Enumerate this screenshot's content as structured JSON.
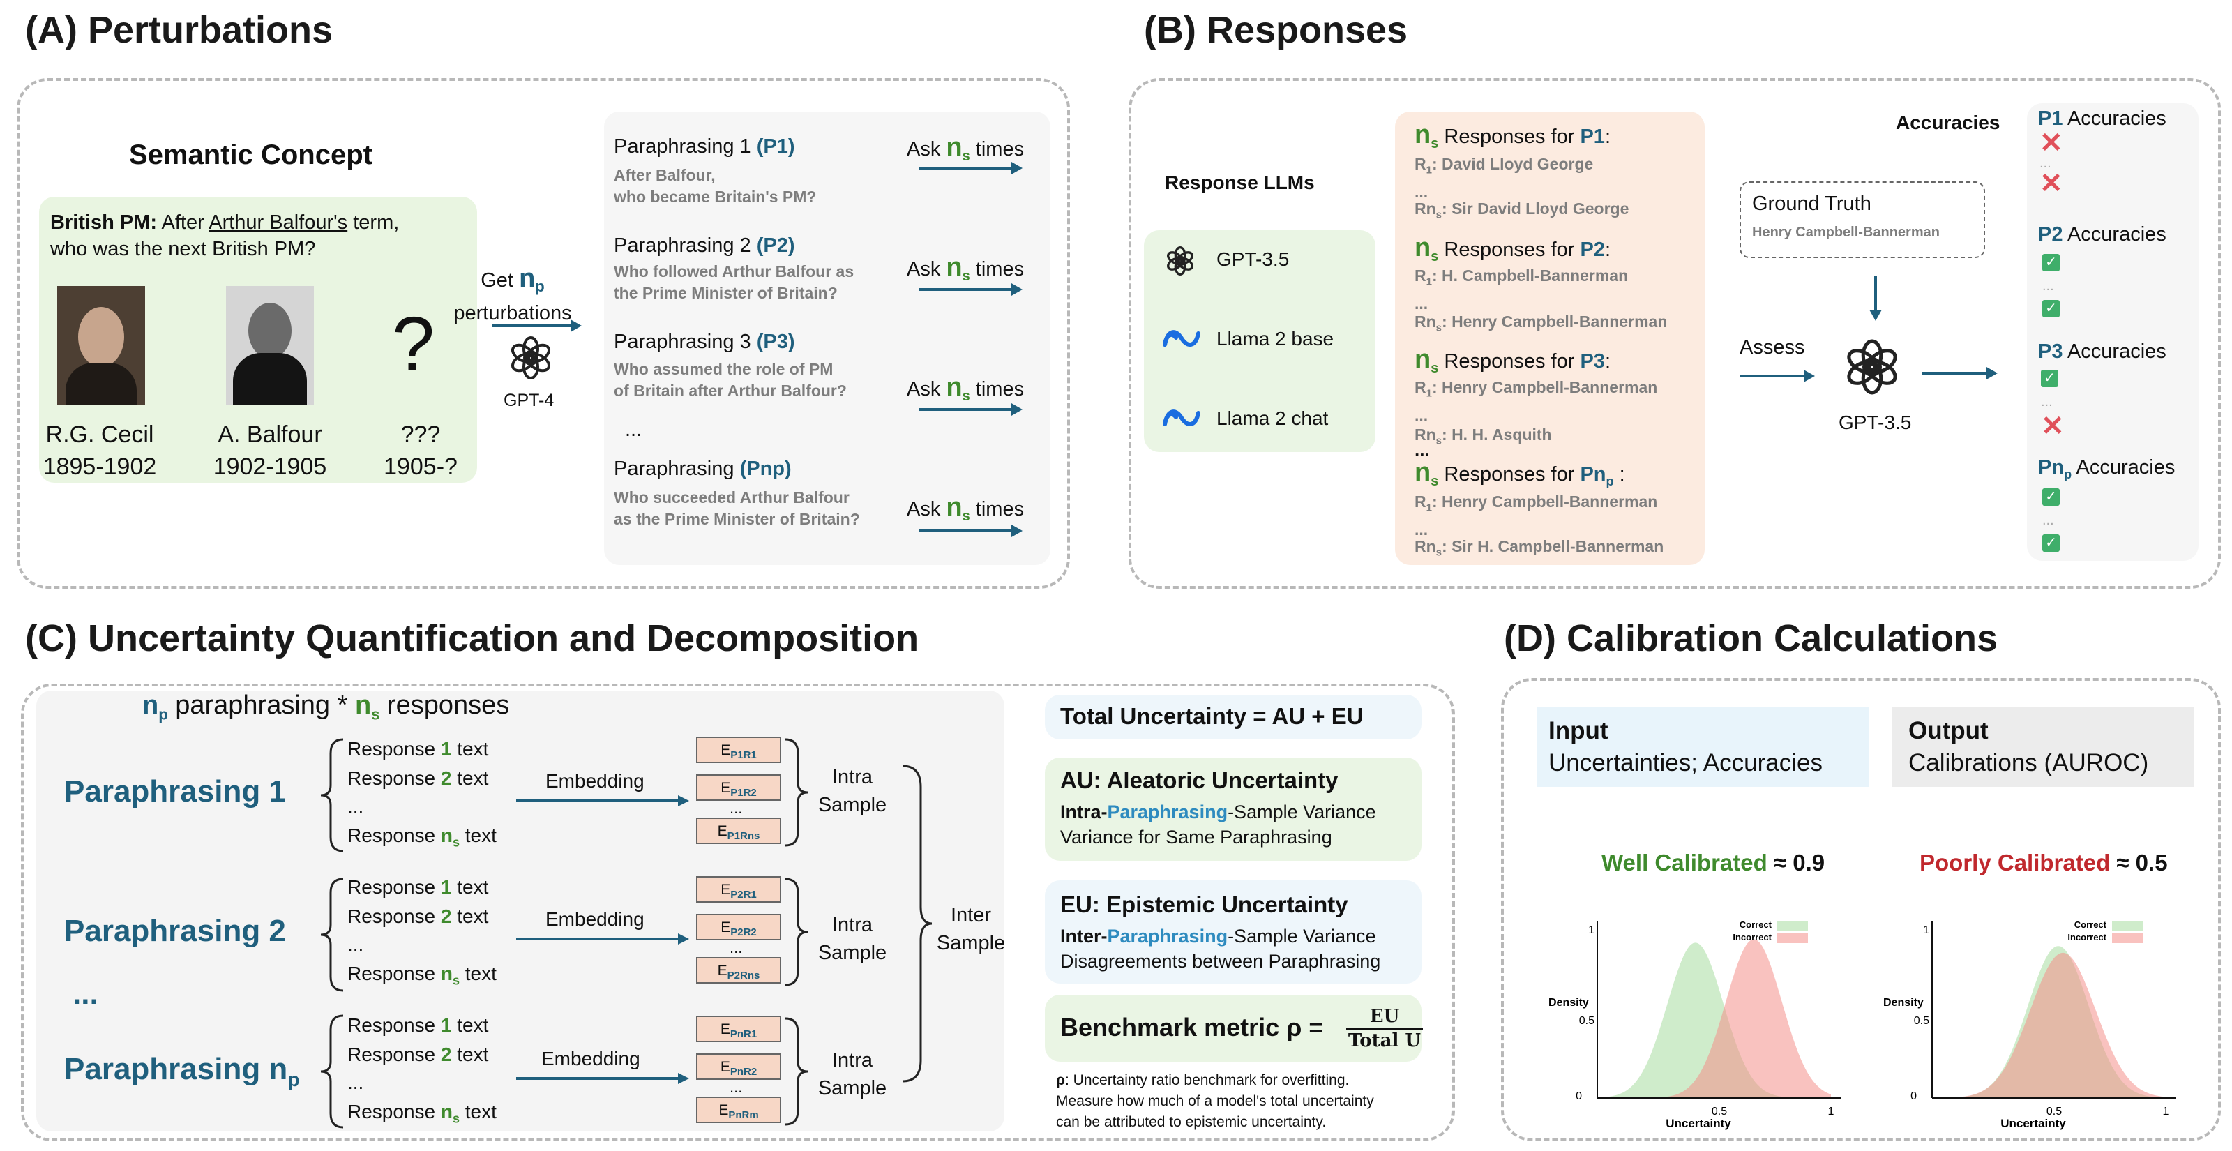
{
  "panel_a": {
    "title": "(A) Perturbations",
    "concept_title": "Semantic Concept",
    "question_bold": "British PM:",
    "question_pre": " After ",
    "question_underlined": "Arthur Balfour's",
    "question_post": " term,",
    "question_line2": "who was the next British PM?",
    "question_mark": "?",
    "persons": [
      {
        "name": "R.G. Cecil",
        "years": "1895-1902"
      },
      {
        "name": "A. Balfour",
        "years": "1902-1905"
      },
      {
        "name": "???",
        "years": "1905-?"
      }
    ],
    "get_label_pre": "Get ",
    "get_n": "n",
    "get_sub": "p",
    "get_label_post": "perturbations",
    "gpt4_label": "GPT-4",
    "paraphrases": [
      {
        "label": "Paraphrasing 1 ",
        "tag": "(P1)",
        "text1": "After Balfour,",
        "text2": "who became Britain's PM?"
      },
      {
        "label": "Paraphrasing 2 ",
        "tag": "(P2)",
        "text1": "Who followed Arthur Balfour as",
        "text2": "the Prime Minister of Britain?"
      },
      {
        "label": "Paraphrasing 3 ",
        "tag": "(P3)",
        "text1": "Who assumed the role of PM",
        "text2": "of Britain after Arthur Balfour?"
      },
      {
        "label": "Paraphrasing ",
        "tag": "(Pnp)",
        "text1": "Who succeeded Arthur Balfour",
        "text2": "as the Prime Minister of Britain?"
      }
    ],
    "ellipsis": "...",
    "ask_pre": "Ask ",
    "ask_n": "n",
    "ask_sub": "s",
    "ask_post": " times"
  },
  "panel_b": {
    "title": "(B) Responses",
    "llm_title": "Response LLMs",
    "llms": [
      "GPT-3.5",
      "Llama 2 base",
      "Llama 2 chat"
    ],
    "groups": [
      {
        "header": "Responses for ",
        "tag": "P1",
        "r1": ": David Lloyd George",
        "rn": ": Sir David Lloyd George"
      },
      {
        "header": "Responses for ",
        "tag": "P2",
        "r1": ": H. Campbell-Bannerman",
        "rn": ": Henry Campbell-Bannerman"
      },
      {
        "header": "Responses for ",
        "tag": "P3",
        "r1": ": Henry Campbell-Bannerman",
        "rn": ": H. H. Asquith"
      },
      {
        "header": "Responses for ",
        "tag": "Pn",
        "r1": ": Henry Campbell-Bannerman",
        "rn": ": Sir H. Campbell-Bannerman"
      }
    ],
    "ground_truth_title": "Ground Truth",
    "ground_truth_value": "Henry Campbell-Bannerman",
    "assess": "Assess",
    "judge": "GPT-3.5",
    "accuracies_title": "Accuracies",
    "acc_labels": [
      " Accuracies",
      " Accuracies",
      " Accuracies",
      " Accuracies"
    ],
    "acc_tags": [
      "P1",
      "P2",
      "P3",
      "Pn"
    ]
  },
  "panel_c": {
    "title": "(C) Uncertainty Quantification and Decomposition",
    "top_mid": " paraphrasing * ",
    "top_end": " responses",
    "paraphrasings": [
      "Paraphrasing 1",
      "Paraphrasing 2",
      "Paraphrasing n"
    ],
    "dots": "...",
    "resp_word": "Response ",
    "resp_nums": [
      "1",
      "2"
    ],
    "resp_text": " text",
    "embedding": "Embedding",
    "emb_labels": [
      [
        "P1R1",
        "P1R2",
        "P1Rns"
      ],
      [
        "P2R1",
        "P2R2",
        "P2Rns"
      ],
      [
        "PnR1",
        "PnR2",
        "PnRm"
      ]
    ],
    "intra": "Intra",
    "sample": "Sample",
    "inter": "Inter",
    "total": "Total Uncertainty = AU + EU",
    "au_title": "AU: Aleatoric Uncertainty",
    "au_pre": "Intra-",
    "au_mid": "Paraphrasing",
    "au_post": "-Sample Variance",
    "au_line2": "Variance for Same Paraphrasing",
    "eu_title": "EU: Epistemic Uncertainty",
    "eu_pre": "Inter-",
    "eu_mid": "Paraphrasing",
    "eu_post": "-Sample Variance",
    "eu_line2": "Disagreements between Paraphrasing",
    "bench": "Benchmark metric ρ =",
    "frac_num": "EU",
    "frac_den": "Total U",
    "rho_bold": "ρ",
    "rho_line1": ": Uncertainty ratio benchmark for overfitting.",
    "rho_line2": "Measure how much of a model's total uncertainty",
    "rho_line3": "can be attributed to epistemic uncertainty."
  },
  "panel_d": {
    "title": "(D) Calibration Calculations",
    "input_title": "Input",
    "input_text": "Uncertainties; Accuracies",
    "output_title": "Output",
    "output_text": "Calibrations (AUROC)",
    "well": "Well Calibrated",
    "well_val": " ≈ 0.9",
    "poor": "Poorly Calibrated",
    "poor_val": " ≈ 0.5",
    "legend_correct": "Correct",
    "legend_incorrect": "Incorrect",
    "ylabel": "Density",
    "xlabel": "Uncertainty",
    "ticks": {
      "y1": "1",
      "y05": "0.5",
      "o": "0",
      "x05": "0.5",
      "x1": "1"
    },
    "colors": {
      "correct": "#a8dca0",
      "incorrect": "#f4908a"
    }
  },
  "chart_data": [
    {
      "type": "area",
      "title": "Well Calibrated ≈ 0.9",
      "xlabel": "Uncertainty",
      "ylabel": "Density",
      "xlim": [
        0,
        1
      ],
      "ylim": [
        0,
        1
      ],
      "legend": "top-right",
      "series": [
        {
          "name": "Correct",
          "mean": 0.42,
          "sd": 0.12,
          "peak": 0.92
        },
        {
          "name": "Incorrect",
          "mean": 0.67,
          "sd": 0.12,
          "peak": 0.94
        }
      ]
    },
    {
      "type": "area",
      "title": "Poorly Calibrated ≈ 0.5",
      "xlabel": "Uncertainty",
      "ylabel": "Density",
      "xlim": [
        0,
        1
      ],
      "ylim": [
        0,
        1
      ],
      "legend": "top-right",
      "series": [
        {
          "name": "Correct",
          "mean": 0.54,
          "sd": 0.13,
          "peak": 0.9
        },
        {
          "name": "Incorrect",
          "mean": 0.56,
          "sd": 0.14,
          "peak": 0.86
        }
      ]
    }
  ]
}
